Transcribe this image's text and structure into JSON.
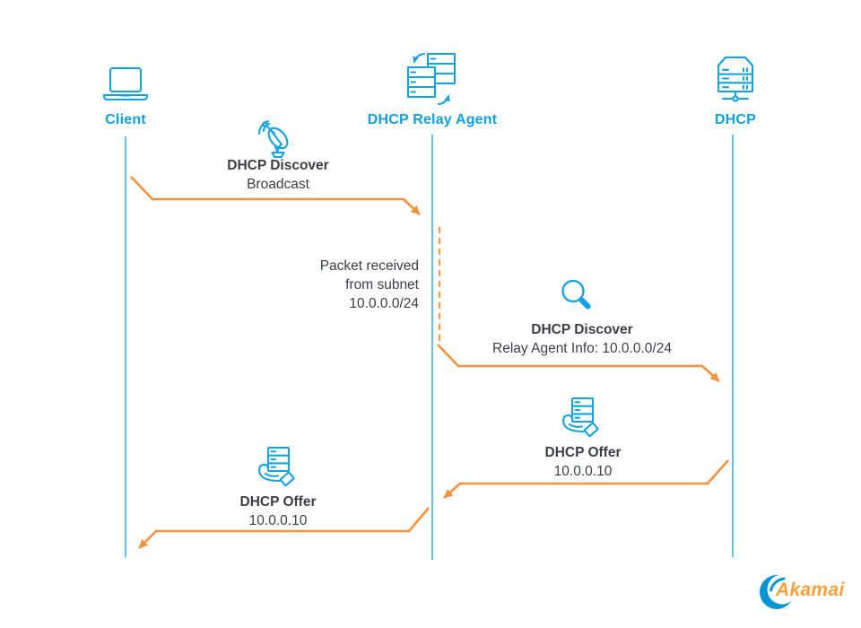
{
  "diagram": {
    "actors": [
      {
        "name": "Client",
        "icon": "laptop-icon"
      },
      {
        "name": "DHCP Relay Agent",
        "icon": "relay-server-icon"
      },
      {
        "name": "DHCP",
        "icon": "server-icon"
      }
    ],
    "messages": [
      {
        "title": "DHCP Discover",
        "subtitle": "Broadcast",
        "icon": "satellite-dish-icon",
        "from": "Client",
        "to": "DHCP Relay Agent"
      },
      {
        "title": "DHCP Discover",
        "subtitle": "Relay Agent Info: 10.0.0.0/24",
        "icon": "magnifier-icon",
        "from": "DHCP Relay Agent",
        "to": "DHCP"
      },
      {
        "title": "DHCP Offer",
        "subtitle": "10.0.0.10",
        "icon": "hand-server-icon",
        "from": "DHCP",
        "to": "DHCP Relay Agent"
      },
      {
        "title": "DHCP Offer",
        "subtitle": "10.0.0.10",
        "icon": "hand-server-icon",
        "from": "DHCP Relay Agent",
        "to": "Client"
      }
    ],
    "note": {
      "text": "Packet received\nfrom subnet\n10.0.0.0/24"
    },
    "logo": {
      "text": "Akamai"
    },
    "colors": {
      "icon_blue": "#14A3E1",
      "lifeline_blue": "#62C4EF",
      "arrow_orange": "#F6913D",
      "activation_orange": "#F8A051",
      "text_dark": "#3A3F46",
      "actor_label_blue": "#0FA0DF",
      "logo_orange": "#F9A13C",
      "logo_blue": "#0096D6"
    }
  }
}
